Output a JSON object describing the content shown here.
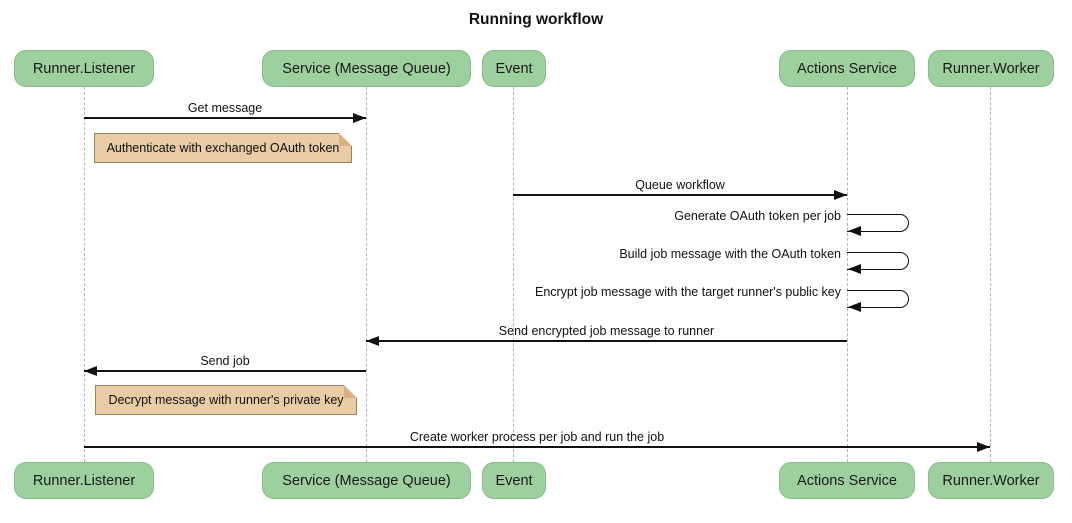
{
  "title": "Running workflow",
  "colors": {
    "background": "#ffffff",
    "actor_fill": "#9ed09f",
    "actor_border": "#85bd87",
    "actor_text": "#1a1a1a",
    "note_fill": "#e9cba5",
    "note_border": "#98815d",
    "note_fold": "#d6b285",
    "lifeline": "#b3b3b3",
    "arrow": "#111111"
  },
  "participants": [
    {
      "id": "runner-listener",
      "label": "Runner.Listener"
    },
    {
      "id": "service-message-queue",
      "label": "Service (Message Queue)"
    },
    {
      "id": "event",
      "label": "Event"
    },
    {
      "id": "actions-service",
      "label": "Actions Service"
    },
    {
      "id": "runner-worker",
      "label": "Runner.Worker"
    }
  ],
  "messages": [
    {
      "type": "arrow",
      "from": "Runner.Listener",
      "to": "Service (Message Queue)",
      "label": "Get message"
    },
    {
      "type": "note",
      "over": "Runner.Listener",
      "label": "Authenticate with exchanged OAuth token"
    },
    {
      "type": "arrow",
      "from": "Event",
      "to": "Actions Service",
      "label": "Queue workflow"
    },
    {
      "type": "self",
      "on": "Actions Service",
      "label": "Generate OAuth token per job"
    },
    {
      "type": "self",
      "on": "Actions Service",
      "label": "Build job message with the OAuth token"
    },
    {
      "type": "self",
      "on": "Actions Service",
      "label": "Encrypt job message with the target runner's public key"
    },
    {
      "type": "arrow",
      "from": "Actions Service",
      "to": "Service (Message Queue)",
      "label": "Send encrypted job message to runner"
    },
    {
      "type": "arrow",
      "from": "Service (Message Queue)",
      "to": "Runner.Listener",
      "label": "Send job"
    },
    {
      "type": "note",
      "over": "Runner.Listener",
      "label": "Decrypt message with runner's private key"
    },
    {
      "type": "arrow",
      "from": "Runner.Listener",
      "to": "Runner.Worker",
      "label": "Create worker process per job and run the job"
    }
  ]
}
